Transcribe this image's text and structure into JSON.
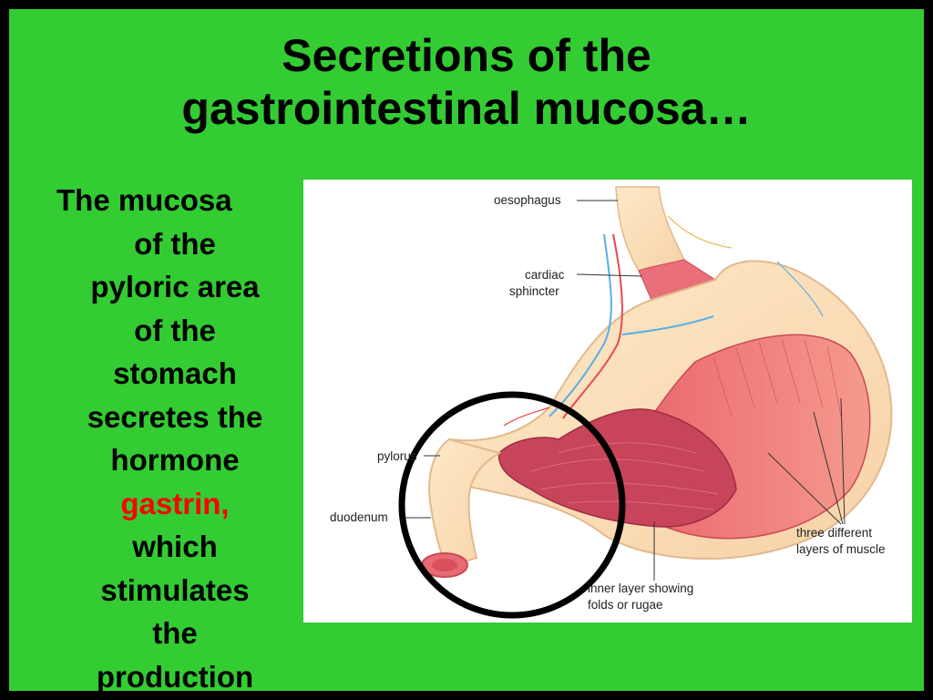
{
  "slide": {
    "title_line1": "Secretions of the",
    "title_line2": "gastrointestinal mucosa…",
    "text_first": "The mucosa",
    "text_lines": [
      "of the",
      "pyloric area",
      "of the",
      "stomach",
      "secretes the",
      "hormone"
    ],
    "text_highlight": "gastrin,",
    "text_after": [
      "which",
      "stimulates",
      "the",
      "production"
    ],
    "highlight_color": "#ff0000",
    "background_color": "#33cc33"
  },
  "figure": {
    "labels": {
      "oesophagus": "oesophagus",
      "cardiac_1": "cardiac",
      "cardiac_2": "sphincter",
      "pylorus": "pylorus",
      "duodenum": "duodenum",
      "muscle_1": "three different",
      "muscle_2": "layers of muscle",
      "rugae_1": "inner layer showing",
      "rugae_2": "folds or rugae"
    }
  }
}
